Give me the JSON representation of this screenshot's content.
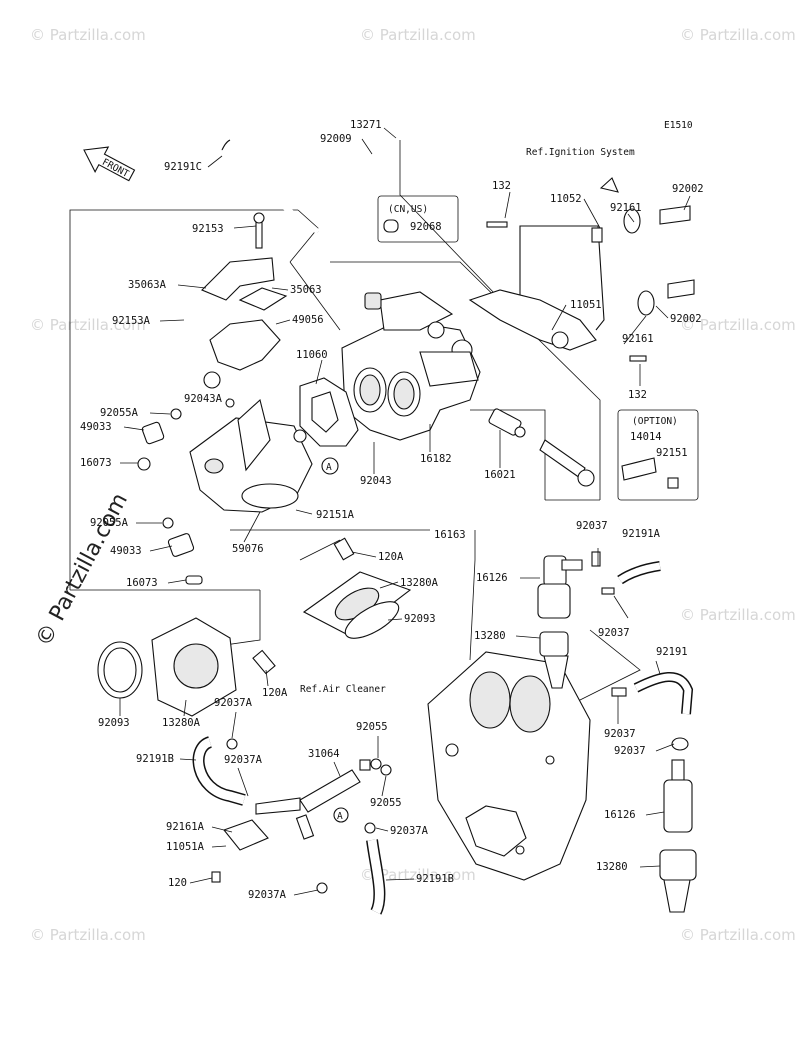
{
  "diagram_code": "E1510",
  "front_arrow_label": "FRONT",
  "watermark_text": "© Partzilla.com",
  "refs": {
    "ignition": "Ref.Ignition System",
    "air_cleaner": "Ref.Air Cleaner"
  },
  "notes": {
    "cn_us": "(CN,US)",
    "option": "(OPTION)"
  },
  "part_labels": [
    {
      "id": "13271",
      "text": "13271"
    },
    {
      "id": "92009",
      "text": "92009"
    },
    {
      "id": "92191C",
      "text": "92191C"
    },
    {
      "id": "132a",
      "text": "132"
    },
    {
      "id": "11052",
      "text": "11052"
    },
    {
      "id": "92002a",
      "text": "92002"
    },
    {
      "id": "92161a",
      "text": "92161"
    },
    {
      "id": "92068",
      "text": "92068"
    },
    {
      "id": "92153",
      "text": "92153"
    },
    {
      "id": "35063A",
      "text": "35063A"
    },
    {
      "id": "35063",
      "text": "35063"
    },
    {
      "id": "92153A",
      "text": "92153A"
    },
    {
      "id": "49056",
      "text": "49056"
    },
    {
      "id": "11051",
      "text": "11051"
    },
    {
      "id": "92002b",
      "text": "92002"
    },
    {
      "id": "92161b",
      "text": "92161"
    },
    {
      "id": "11060",
      "text": "11060"
    },
    {
      "id": "132b",
      "text": "132"
    },
    {
      "id": "92043A",
      "text": "92043A"
    },
    {
      "id": "92055A_1",
      "text": "92055A"
    },
    {
      "id": "49033_1",
      "text": "49033"
    },
    {
      "id": "14014",
      "text": "14014"
    },
    {
      "id": "92151",
      "text": "92151"
    },
    {
      "id": "16073_1",
      "text": "16073"
    },
    {
      "id": "92043",
      "text": "92043"
    },
    {
      "id": "16182",
      "text": "16182"
    },
    {
      "id": "16021",
      "text": "16021"
    },
    {
      "id": "92151A",
      "text": "92151A"
    },
    {
      "id": "92055A_2",
      "text": "92055A"
    },
    {
      "id": "59076",
      "text": "59076"
    },
    {
      "id": "16163",
      "text": "16163"
    },
    {
      "id": "49033_2",
      "text": "49033"
    },
    {
      "id": "92037_1",
      "text": "92037"
    },
    {
      "id": "92191A",
      "text": "92191A"
    },
    {
      "id": "120A_1",
      "text": "120A"
    },
    {
      "id": "16126_1",
      "text": "16126"
    },
    {
      "id": "16073_2",
      "text": "16073"
    },
    {
      "id": "13280A_1",
      "text": "13280A"
    },
    {
      "id": "92093_1",
      "text": "92093"
    },
    {
      "id": "92037_2",
      "text": "92037"
    },
    {
      "id": "13280_1",
      "text": "13280"
    },
    {
      "id": "92191",
      "text": "92191"
    },
    {
      "id": "120A_2",
      "text": "120A"
    },
    {
      "id": "92093_2",
      "text": "92093"
    },
    {
      "id": "13280A_2",
      "text": "13280A"
    },
    {
      "id": "92037A_1",
      "text": "92037A"
    },
    {
      "id": "92055_1",
      "text": "92055"
    },
    {
      "id": "31064",
      "text": "31064"
    },
    {
      "id": "92037_3",
      "text": "92037"
    },
    {
      "id": "92037_4",
      "text": "92037"
    },
    {
      "id": "92191B_1",
      "text": "92191B"
    },
    {
      "id": "92037A_2",
      "text": "92037A"
    },
    {
      "id": "92055_2",
      "text": "92055"
    },
    {
      "id": "16126_2",
      "text": "16126"
    },
    {
      "id": "92161A",
      "text": "92161A"
    },
    {
      "id": "92037A_3",
      "text": "92037A"
    },
    {
      "id": "11051A",
      "text": "11051A"
    },
    {
      "id": "13280_2",
      "text": "13280"
    },
    {
      "id": "120",
      "text": "120"
    },
    {
      "id": "92191B_2",
      "text": "92191B"
    },
    {
      "id": "92037A_4",
      "text": "92037A"
    }
  ],
  "callout_a": "A"
}
